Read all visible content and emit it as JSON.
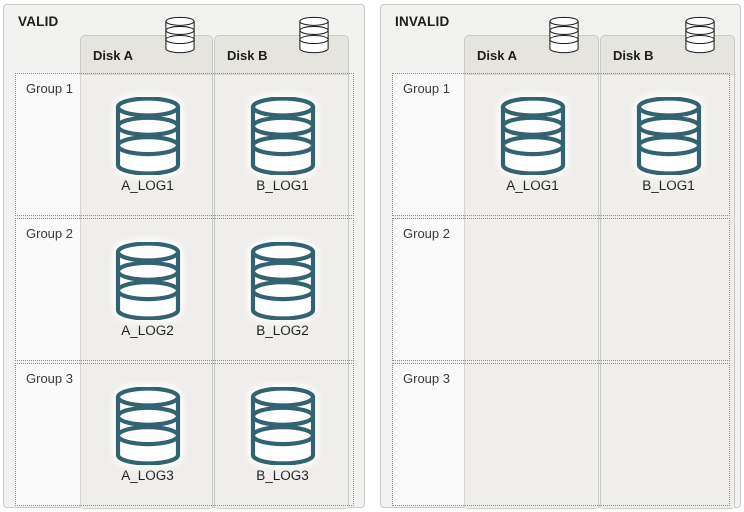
{
  "colors": {
    "page_background": "#ffffff",
    "panel_background": "#f2f2f0",
    "panel_border": "#c9c9c6",
    "disk_header_background": "#e6e4df",
    "disk_body_background": "#efeeec",
    "group_label_background": "#fafafa",
    "group_border_dotted": "#8a8a86",
    "log_cylinder_teal": "#336270",
    "header_cylinder_outline": "#1d1d1b",
    "text_primary": "#1d1d1b",
    "text_group_label": "#3a3a38"
  },
  "panels": [
    {
      "title": "VALID",
      "disks": [
        {
          "label": "Disk A",
          "icon": "database-cylinder-icon"
        },
        {
          "label": "Disk B",
          "icon": "database-cylinder-icon"
        }
      ],
      "groups": [
        {
          "label": "Group 1",
          "logs": [
            {
              "name": "A_LOG1",
              "icon": "database-cylinder-icon"
            },
            {
              "name": "B_LOG1",
              "icon": "database-cylinder-icon"
            }
          ]
        },
        {
          "label": "Group 2",
          "logs": [
            {
              "name": "A_LOG2",
              "icon": "database-cylinder-icon"
            },
            {
              "name": "B_LOG2",
              "icon": "database-cylinder-icon"
            }
          ]
        },
        {
          "label": "Group 3",
          "logs": [
            {
              "name": "A_LOG3",
              "icon": "database-cylinder-icon"
            },
            {
              "name": "B_LOG3",
              "icon": "database-cylinder-icon"
            }
          ]
        }
      ]
    },
    {
      "title": "INVALID",
      "disks": [
        {
          "label": "Disk A",
          "icon": "database-cylinder-icon"
        },
        {
          "label": "Disk B",
          "icon": "database-cylinder-icon"
        }
      ],
      "groups": [
        {
          "label": "Group 1",
          "logs": [
            {
              "name": "A_LOG1",
              "icon": "database-cylinder-icon"
            },
            {
              "name": "B_LOG1",
              "icon": "database-cylinder-icon"
            }
          ]
        },
        {
          "label": "Group 2",
          "logs": [
            {
              "name": "",
              "icon": ""
            },
            {
              "name": "",
              "icon": ""
            }
          ]
        },
        {
          "label": "Group 3",
          "logs": [
            {
              "name": "",
              "icon": ""
            },
            {
              "name": "",
              "icon": ""
            }
          ]
        }
      ]
    }
  ]
}
